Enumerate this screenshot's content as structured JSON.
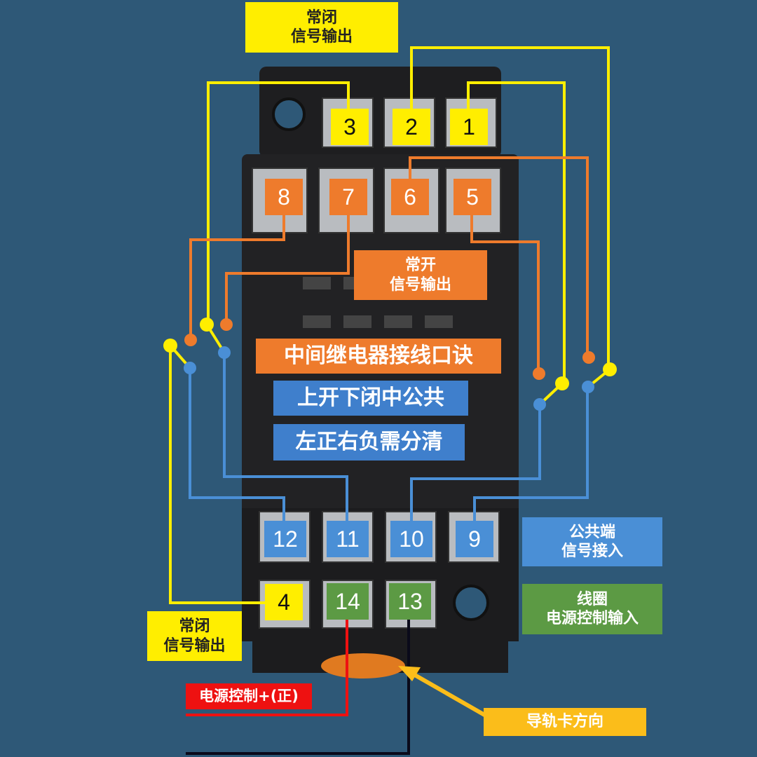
{
  "labels": {
    "nc_top": [
      "常闭",
      "信号输出"
    ],
    "no": [
      "常开",
      "信号输出"
    ],
    "title": "中间继电器接线口诀",
    "rhyme1": "上开下闭中公共",
    "rhyme2": "左正右负需分清",
    "common": [
      "公共端",
      "信号接入"
    ],
    "coil": [
      "线圈",
      "电源控制输入"
    ],
    "nc_bottom": [
      "常闭",
      "信号输出"
    ],
    "power_pos": "电源控制+(正)",
    "rail": "导轨卡方向"
  },
  "terminals": {
    "t1": "1",
    "t2": "2",
    "t3": "3",
    "t4": "4",
    "t5": "5",
    "t6": "6",
    "t7": "7",
    "t8": "8",
    "t9": "9",
    "t10": "10",
    "t11": "11",
    "t12": "12",
    "t13": "13",
    "t14": "14"
  },
  "colors": {
    "nc": "#ffee00",
    "no": "#ee7b2c",
    "common": "#4a8fd6",
    "coil": "#5c9a44",
    "positive": "#ee1111",
    "negative": "#0a0a1a"
  }
}
